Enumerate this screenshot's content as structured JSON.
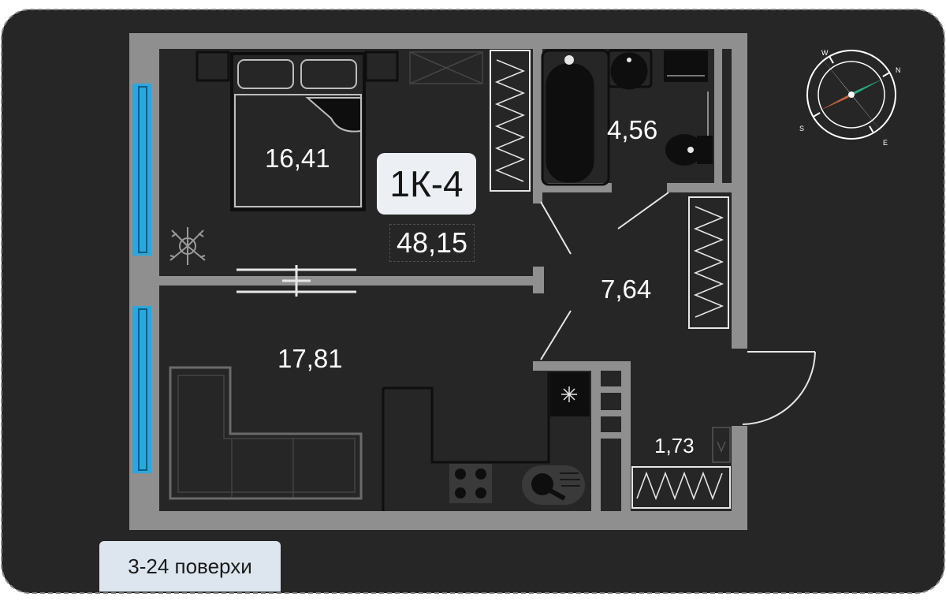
{
  "unit": {
    "code": "1К-4",
    "total_area": "48,15"
  },
  "rooms": [
    {
      "id": "bedroom",
      "area": "16,41"
    },
    {
      "id": "living-kitchen",
      "area": "17,81"
    },
    {
      "id": "bathroom",
      "area": "4,56"
    },
    {
      "id": "hallway",
      "area": "7,64"
    },
    {
      "id": "storage",
      "area": "1,73"
    }
  ],
  "floors_label": "3-24 поверхи",
  "colors": {
    "background": "#262626",
    "wall": "#8f8f8f",
    "window": "#29a8e0",
    "compass_needle": "#23b27e",
    "compass_tail": "#c8643a",
    "badge": "#ecf0f5",
    "floors_badge": "#dde5ee"
  },
  "compass": {
    "labels": [
      "W",
      "N",
      "E",
      "S"
    ]
  }
}
